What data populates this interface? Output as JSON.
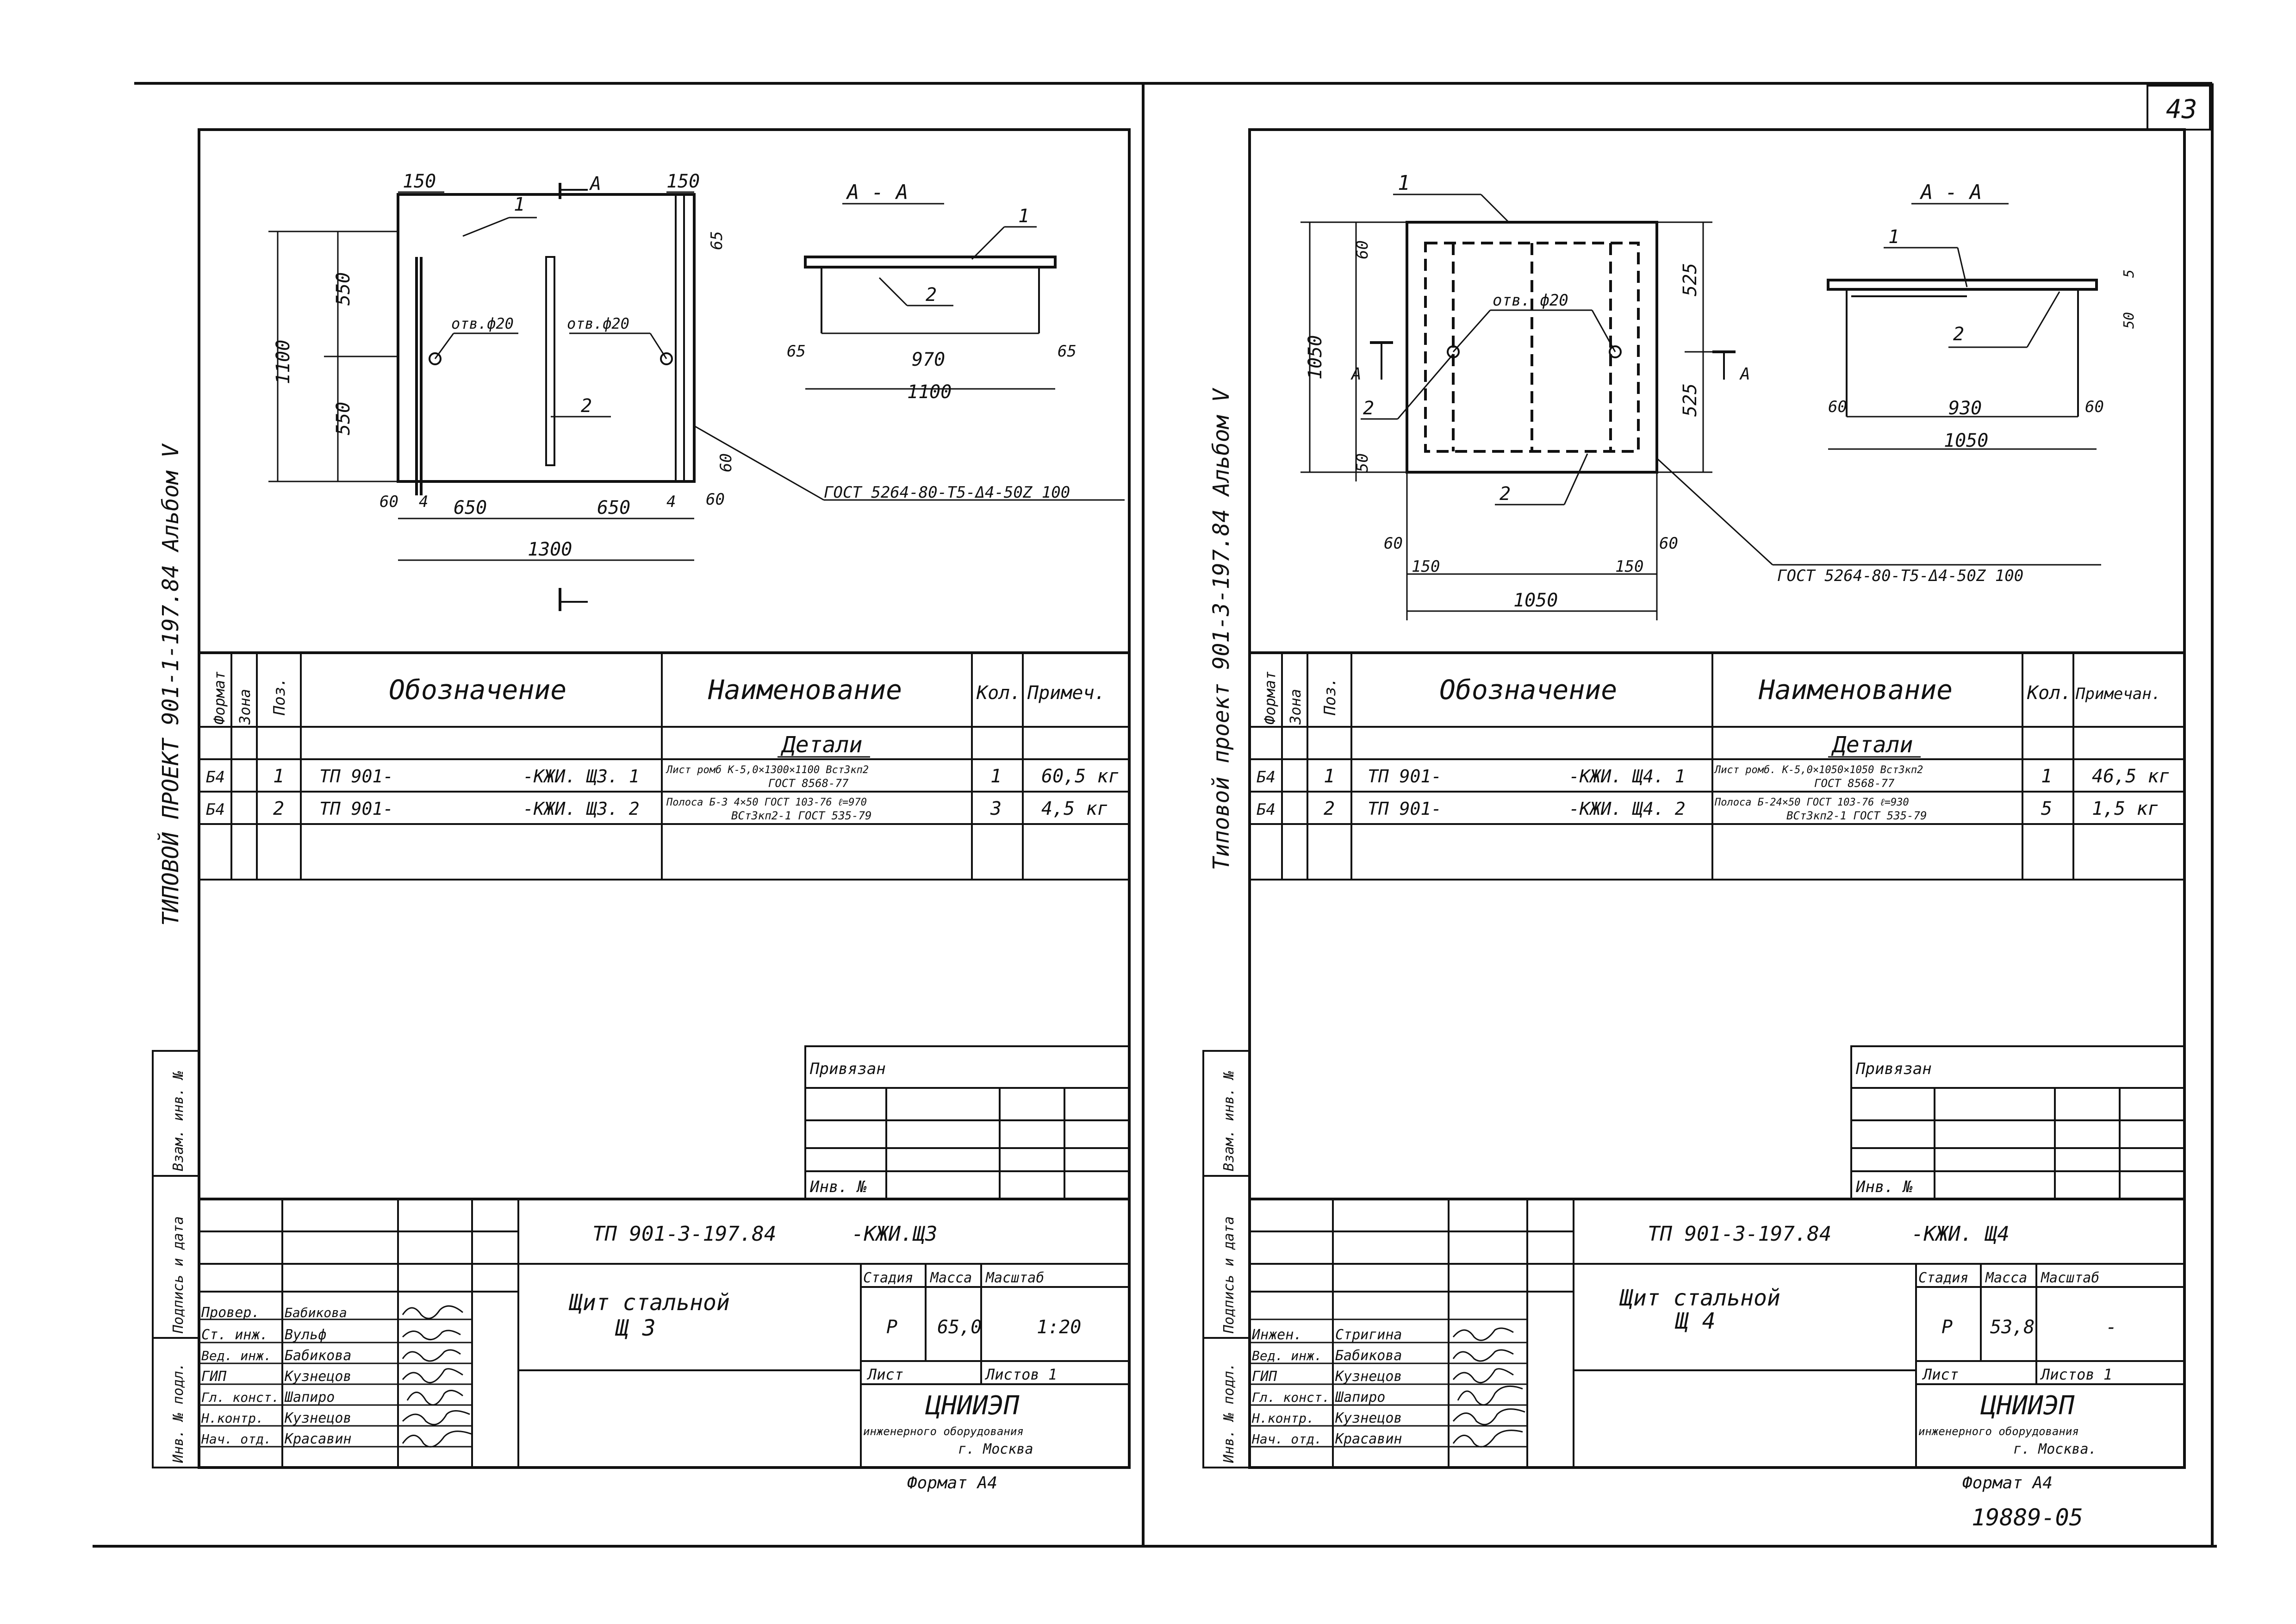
{
  "page_number": "43",
  "doc_number": "19889-05",
  "left": {
    "side_project": "ТИПОВОЙ  ПРОЕКТ 901-1-197.84 Альбом V",
    "side_stamp": [
      "Инв. № подл.",
      "Подпись и дата",
      "Взам. инв. №"
    ],
    "dims": {
      "top_150a": "150",
      "top_150b": "150",
      "v550": "550",
      "v1100": "1100",
      "v550b": "550",
      "hole_l": "отв.ф20",
      "hole_r": "отв.ф20",
      "b60": "60",
      "b4": "4",
      "b650a": "650",
      "b650b": "650",
      "b4b": "4",
      "b60b": "60",
      "r60": "60",
      "r65": "65",
      "w1300": "1300",
      "sec_mark": "А",
      "sec_title": "А - А",
      "s65a": "65",
      "s970": "970",
      "s65b": "65",
      "s1100": "1100",
      "pos1": "1",
      "pos2": "2",
      "spos1": "1",
      "spos2": "2",
      "gost": "ГОСТ 5264-80-Т5-Δ4-50Z 100"
    },
    "table": {
      "headers": [
        "Формат",
        "Зона",
        "Поз.",
        "Обозначение",
        "Наименование",
        "Кол.",
        "Примеч."
      ],
      "section": "Детали",
      "rows": [
        {
          "fmt": "Б4",
          "pos": "1",
          "des": "ТП 901-",
          "des2": "-КЖИ. Щ3. 1",
          "name": "Лист ромб К-5,0×1300×1100 Вст3кп2",
          "name2": "ГОСТ 8568-77",
          "qty": "1",
          "note": "60,5 кг"
        },
        {
          "fmt": "Б4",
          "pos": "2",
          "des": "ТП 901-",
          "des2": "-КЖИ. Щ3. 2",
          "name": "Полоса Б-3 4×50 ГОСТ 103-76 ℓ=970",
          "name2": "ВСт3кп2-1 ГОСТ 535-79",
          "qty": "3",
          "note": "4,5 кг"
        }
      ]
    },
    "privyazan": "Привязан",
    "inv": "Инв. №",
    "code": "ТП 901-3-197.84",
    "code2": "-КЖИ.Щ3",
    "title": "Щит стальной",
    "title2": "Щ 3",
    "stage_h": "Стадия",
    "mass_h": "Масса",
    "scale_h": "Масштаб",
    "stage": "Р",
    "mass": "65,0",
    "scale": "1:20",
    "sheet_h": "Лист",
    "sheets_h": "Листов 1",
    "org": "ЦНИИЭП",
    "org2": "инженерного оборудования",
    "org3": "г. Москва",
    "format": "Формат А4",
    "staff": [
      {
        "role": "Провер.",
        "name": "Бабикова"
      },
      {
        "role": "Ст. инж.",
        "name": "Вульф"
      },
      {
        "role": "Вед. инж.",
        "name": "Бабикова"
      },
      {
        "role": "ГИП",
        "name": "Кузнецов"
      },
      {
        "role": "Гл. конст.",
        "name": "Шапиро"
      },
      {
        "role": "Н.контр.",
        "name": "Кузнецов"
      },
      {
        "role": "Нач. отд.",
        "name": "Красавин"
      }
    ]
  },
  "right": {
    "side_project": "Типовой  проект 901-3-197.84 Альбом V",
    "side_stamp": [
      "Инв. № подл.",
      "Подпись и дата",
      "Взам. инв. №"
    ],
    "dims": {
      "pos1": "1",
      "v60": "60",
      "v1050": "1050",
      "v525a": "525",
      "v525b": "525",
      "hole": "отв. ф20",
      "markA_l": "А",
      "markA_r": "А",
      "pos2a": "2",
      "pos2b": "2",
      "v50": "50",
      "b60": "60",
      "b150a": "150",
      "b150b": "150",
      "b60b": "60",
      "w1050": "1050",
      "sec_title": "А - А",
      "spos1": "1",
      "spos2": "2",
      "s5": "5",
      "s50": "50",
      "s60a": "60",
      "s930": "930",
      "s60b": "60",
      "s1050": "1050",
      "gost": "ГОСТ 5264-80-Т5-Δ4-50Z 100"
    },
    "table": {
      "headers": [
        "Формат",
        "Зона",
        "Поз.",
        "Обозначение",
        "Наименование",
        "Кол.",
        "Примечан."
      ],
      "section": "Детали",
      "rows": [
        {
          "fmt": "Б4",
          "pos": "1",
          "des": "ТП 901-",
          "des2": "-КЖИ. Щ4. 1",
          "name": "Лист ромб. К-5,0×1050×1050 Вст3кп2",
          "name2": "ГОСТ 8568-77",
          "qty": "1",
          "note": "46,5 кг"
        },
        {
          "fmt": "Б4",
          "pos": "2",
          "des": "ТП 901-",
          "des2": "-КЖИ. Щ4. 2",
          "name": "Полоса Б-24×50 ГОСТ 103-76 ℓ=930",
          "name2": "ВСт3кп2-1 ГОСТ 535-79",
          "qty": "5",
          "note": "1,5 кг"
        }
      ]
    },
    "privyazan": "Привязан",
    "inv": "Инв. №",
    "code": "ТП 901-3-197.84",
    "code2": "-КЖИ. Щ4",
    "title": "Щит стальной",
    "title2": "Щ 4",
    "stage_h": "Стадия",
    "mass_h": "Масса",
    "scale_h": "Масштаб",
    "stage": "Р",
    "mass": "53,8",
    "scale": "-",
    "sheet_h": "Лист",
    "sheets_h": "Листов 1",
    "org": "ЦНИИЭП",
    "org2": "инженерного оборудования",
    "org3": "г. Москва.",
    "format": "Формат А4",
    "staff": [
      {
        "role": "Инжен.",
        "name": "Стригина"
      },
      {
        "role": "Вед. инж.",
        "name": "Бабикова"
      },
      {
        "role": "ГИП",
        "name": "Кузнецов"
      },
      {
        "role": "Гл. конст.",
        "name": "Шапиро"
      },
      {
        "role": "Н.контр.",
        "name": "Кузнецов"
      },
      {
        "role": "Нач. отд.",
        "name": "Красавин"
      }
    ]
  }
}
